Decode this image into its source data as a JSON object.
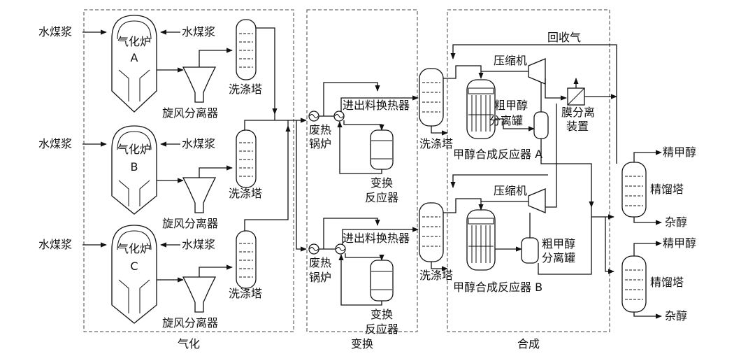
{
  "sections": {
    "gasification": "气化",
    "shift": "变换",
    "synthesis": "合成"
  },
  "labels": {
    "coal_water_slurry": "水煤浆",
    "gasifier_a": "气化炉",
    "gasifier_b": "气化炉",
    "gasifier_c": "气化炉",
    "gasifier_a_tag": "A",
    "gasifier_b_tag": "B",
    "gasifier_c_tag": "C",
    "cyclone_separator": "旋风分离器",
    "scrubber": "洗涤塔",
    "waste_heat_boiler_1": "废热",
    "waste_heat_boiler_2": "锅炉",
    "feed_effluent_exchanger": "进出料换热器",
    "shift_reactor_1": "变换",
    "shift_reactor_2": "反应器",
    "recycle_gas": "回收气",
    "compressor": "压缩机",
    "crude_methanol_1": "粗甲醇",
    "crude_methanol_2": "分离罐",
    "membrane_1": "膜分离",
    "membrane_2": "装置",
    "reactor_a": "甲醇合成反应器 A",
    "reactor_b": "甲醇合成反应器 B",
    "refined_methanol": "精甲醇",
    "distillation_column": "精馏塔",
    "fusel_alcohol": "杂醇"
  }
}
